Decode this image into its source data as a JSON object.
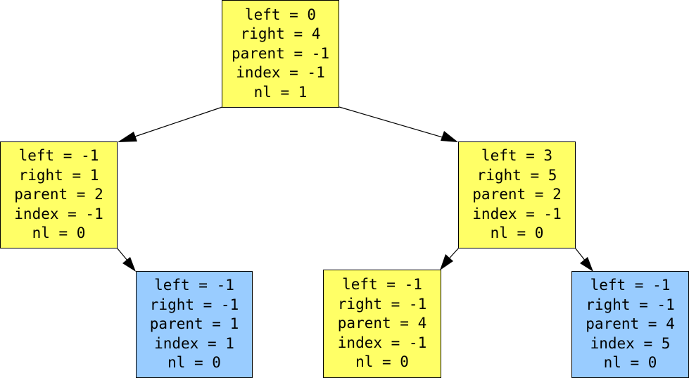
{
  "colors": {
    "internal": "#ffff66",
    "leaf": "#99ccff",
    "edge": "#000000"
  },
  "nodes": [
    {
      "id": "root",
      "kind": "internal",
      "lines": [
        "left = 0",
        "right = 4",
        "parent = -1",
        "index = -1",
        "nl = 1"
      ]
    },
    {
      "id": "left",
      "kind": "internal",
      "lines": [
        "left = -1",
        "right = 1",
        "parent = 2",
        "index = -1",
        "nl = 0"
      ]
    },
    {
      "id": "right",
      "kind": "internal",
      "lines": [
        "left = 3",
        "right = 5",
        "parent = 2",
        "index = -1",
        "nl = 0"
      ]
    },
    {
      "id": "ll",
      "kind": "leaf",
      "lines": [
        "left = -1",
        "right = -1",
        "parent = 1",
        "index = 1",
        "nl = 0"
      ]
    },
    {
      "id": "rl",
      "kind": "internal",
      "lines": [
        "left = -1",
        "right = -1",
        "parent = 4",
        "index = -1",
        "nl = 0"
      ]
    },
    {
      "id": "rr",
      "kind": "leaf",
      "lines": [
        "left = -1",
        "right = -1",
        "parent = 4",
        "index = 5",
        "nl = 0"
      ]
    }
  ],
  "edges": [
    {
      "from": "root",
      "to": "left"
    },
    {
      "from": "root",
      "to": "right"
    },
    {
      "from": "left",
      "to": "ll"
    },
    {
      "from": "right",
      "to": "rl"
    },
    {
      "from": "right",
      "to": "rr"
    }
  ]
}
